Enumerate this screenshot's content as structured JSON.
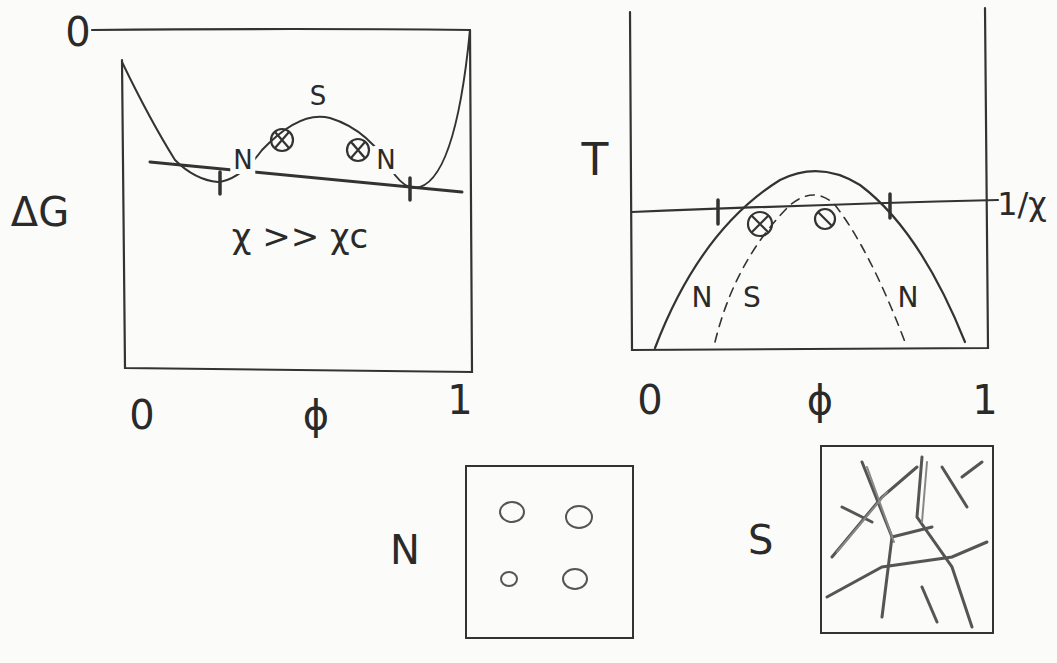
{
  "diagram": {
    "nodes": [
      {
        "text": [
          "N"
        ]
      },
      {
        "text": [
          "S"
        ]
      }
    ],
    "labels": [
      "0",
      "ΔG",
      "N",
      "S",
      "N",
      "χ >> χc",
      "0",
      "ϕ",
      "1",
      "T",
      "1/χ",
      "N",
      "S",
      "N",
      "0",
      "ϕ",
      "1"
    ]
  }
}
